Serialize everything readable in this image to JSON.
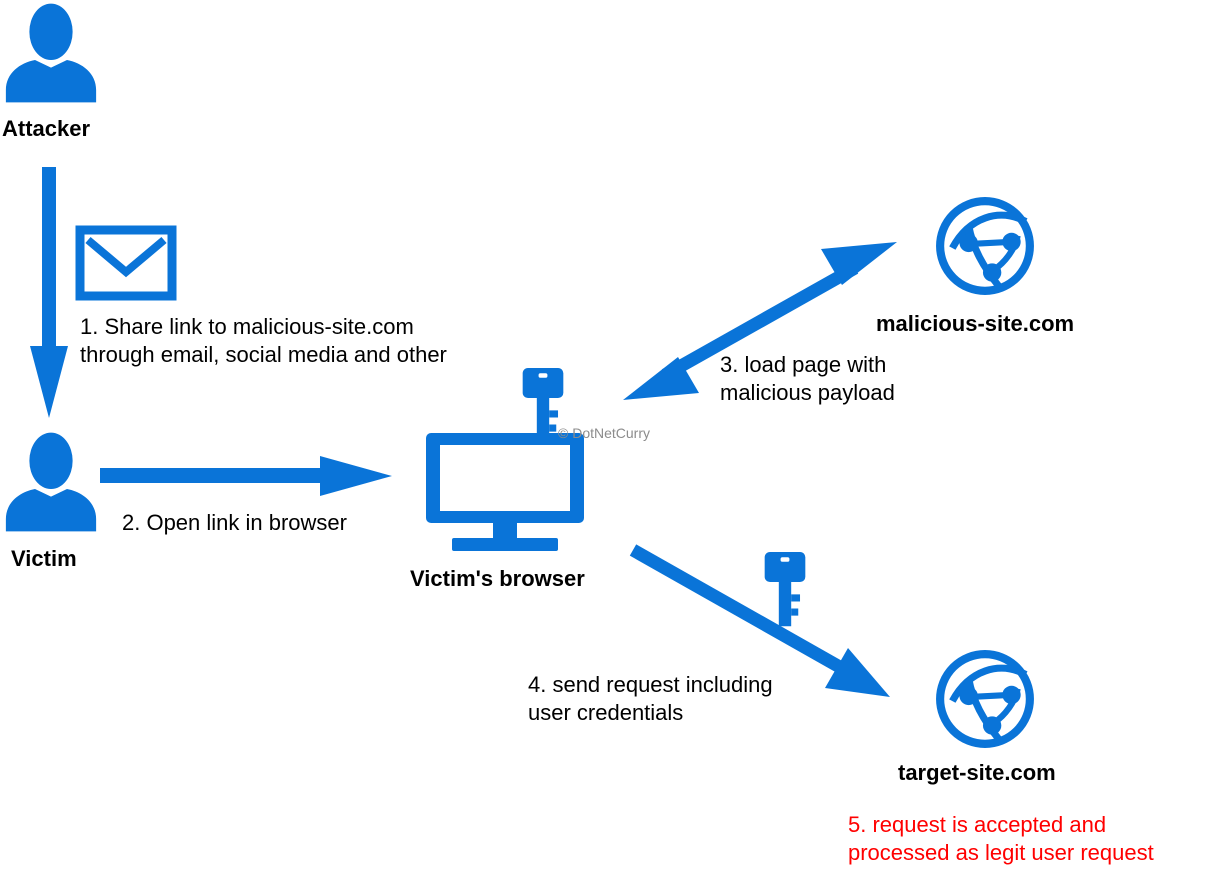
{
  "actors": {
    "attacker": "Attacker",
    "victim": "Victim"
  },
  "nodes": {
    "browser": "Victim's browser",
    "malicious_site": "malicious-site.com",
    "target_site": "target-site.com"
  },
  "steps": {
    "s1_line1": "1. Share link to malicious-site.com",
    "s1_line2": "through email, social media and other",
    "s2": "2. Open link in browser",
    "s3_line1": "3. load page with",
    "s3_line2": "malicious payload",
    "s4_line1": "4. send request  including",
    "s4_line2": "user credentials",
    "s5_line1": "5. request is accepted and",
    "s5_line2": "processed as legit user request"
  },
  "watermark": "© DotNetCurry",
  "icons": [
    "person-icon",
    "envelope-icon",
    "monitor-icon",
    "key-icon",
    "globe-icon",
    "arrow"
  ],
  "colors": {
    "accent": "#0a74d8",
    "highlight": "#ff0000"
  }
}
